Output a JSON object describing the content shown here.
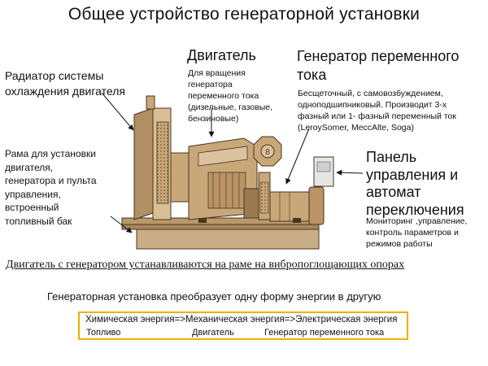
{
  "title": "Общее устройство генераторной установки",
  "engine": {
    "heading": "Двигатель",
    "description": [
      "Для вращения",
      "генератора",
      "переменного тока",
      "(дизельные, газовые,",
      "бензиновые)"
    ]
  },
  "generator": {
    "heading": [
      "Генератор переменного",
      "тока"
    ],
    "description": [
      "Бесщеточный, с самовозбуждением,",
      "одноподшипниковый. Производит 3-х",
      "фазный или 1- фазный переменный ток",
      "(LeroySomer, MeccAlte, Soga)"
    ]
  },
  "radiator": {
    "label": [
      "Радиатор системы",
      "охлаждения двигателя"
    ]
  },
  "frame": {
    "label": [
      "Рама для установки",
      "двигателя,",
      "генератора  и пульта",
      "управления,",
      "встроенный",
      "топливный бак"
    ]
  },
  "panel": {
    "heading": [
      "Панель",
      "управления и",
      "автомат",
      "переключения"
    ],
    "description": [
      "Мониторинг ,управление,",
      "контроль параметров и",
      "режимов  работы"
    ]
  },
  "mount_note": "Двигатель с генератором устанавливаются на раме на вибропоглощающих опорах",
  "conversion": {
    "title": "Генераторная установка преобразует одну форму энергии в другую",
    "chain": "Химическая энергия=>Механическая энергия=>Электрическая энергия",
    "sources": [
      "Топливо",
      "Двигатель",
      "Генератор переменного тока"
    ]
  },
  "colors": {
    "body": "#c8a878",
    "body_light": "#dcc3a0",
    "body_dark": "#9c7a50",
    "outline": "#4a3520",
    "frame": "#c9ad85",
    "box_border": "#f0b000"
  }
}
